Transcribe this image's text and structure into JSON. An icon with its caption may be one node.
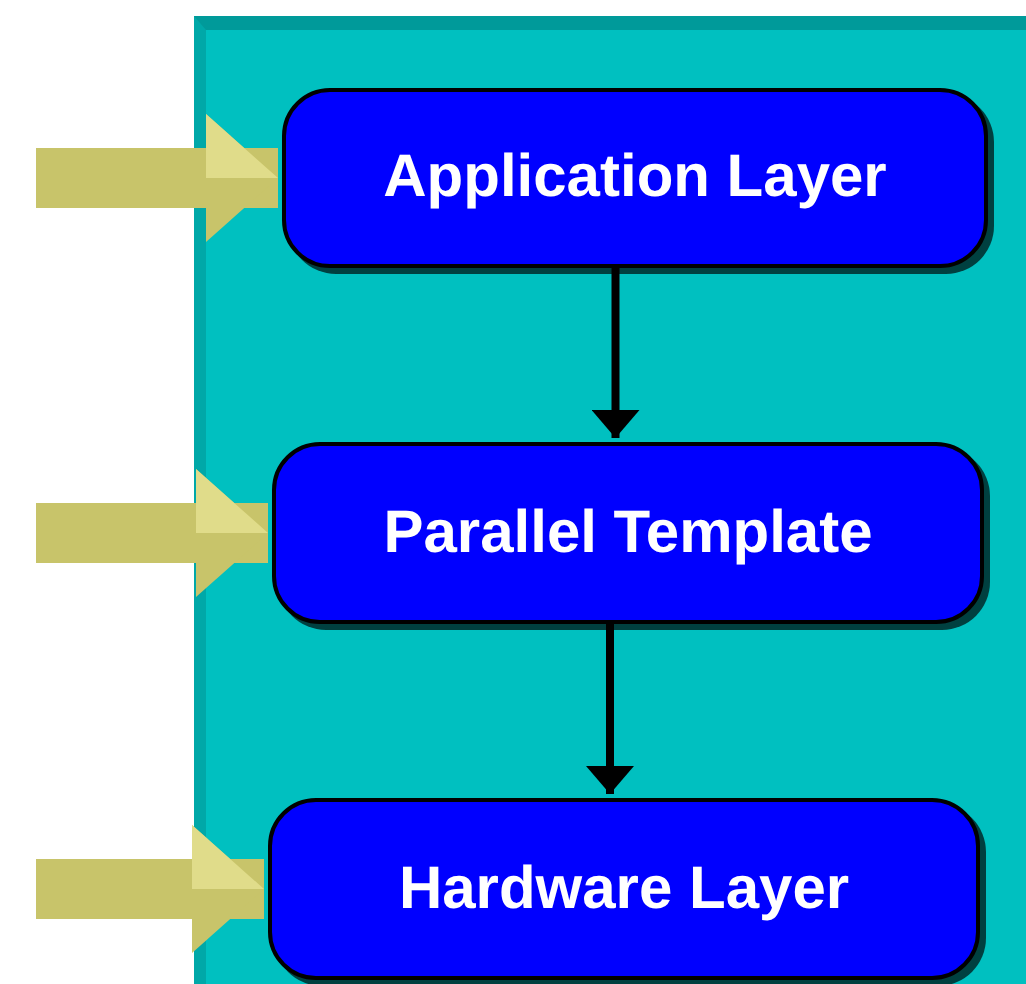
{
  "diagram": {
    "nodes": [
      {
        "text": [],
        "shape": "box"
      },
      {
        "text": [
          "Application Layer"
        ],
        "in": 0
      },
      {
        "text": [
          "Parallel Template"
        ],
        "in": 0
      },
      {
        "text": [
          "Hardware Layer"
        ],
        "in": 0
      }
    ],
    "edges": [
      {
        "from": null,
        "to": 1,
        "arrow": "to",
        "color": "#c8c46a"
      },
      {
        "from": null,
        "to": 2,
        "arrow": "to",
        "color": "#c8c46a"
      },
      {
        "from": null,
        "to": 3,
        "arrow": "to",
        "color": "#c8c46a"
      },
      {
        "from": 1,
        "to": 2,
        "arrow": "to",
        "color": "#000000"
      },
      {
        "from": 2,
        "to": 3,
        "arrow": "to",
        "color": "#000000"
      }
    ]
  }
}
